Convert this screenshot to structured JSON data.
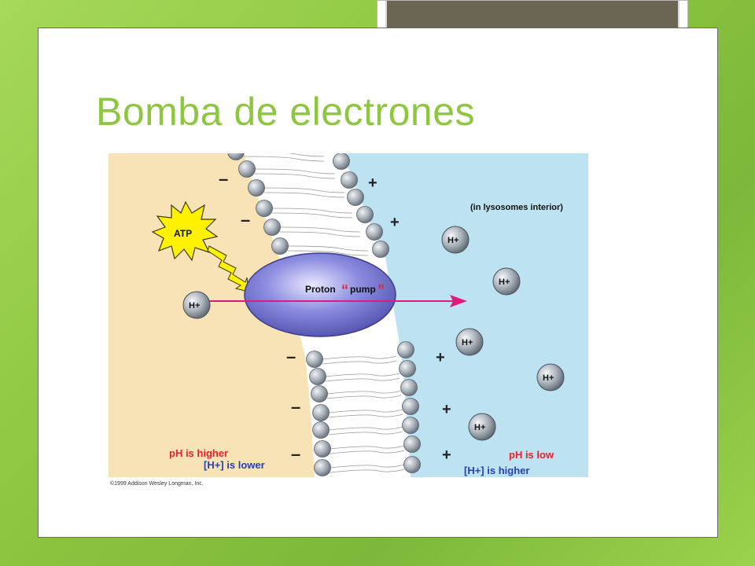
{
  "slide": {
    "title": "Bomba de electrones",
    "colors": {
      "background": "#8dc63f",
      "title": "#8dc63f",
      "tab": "#6b6554"
    }
  },
  "diagram": {
    "atp_label": "ATP",
    "ion_label": "H+",
    "pump_label_1": "Proton",
    "pump_label_2": "pump",
    "pump_quote_open": "“",
    "pump_quote_close": "”",
    "interior_label": "(in lysosomes interior)",
    "left_charge": "–",
    "right_charge": "+",
    "left_ph": "pH is higher",
    "left_h_conc": "[H+] is lower",
    "right_ph": "pH is low",
    "right_h_conc": "[H+] is higher",
    "copyright": "©1999 Addison Wesley Longman, Inc.",
    "colors": {
      "cytosol": "#f7e3b5",
      "lumen": "#bde3f2",
      "pump": "#7f7fd6",
      "arrow": "#e0197d",
      "ph_text": "#e8212b",
      "conc_text": "#2541b2",
      "lipid_head": "#9fa7b0"
    }
  }
}
